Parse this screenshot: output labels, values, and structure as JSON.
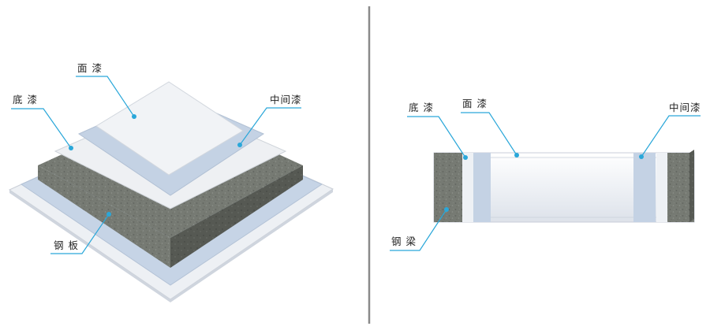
{
  "left_diagram": {
    "labels": {
      "top_coat": "面 漆",
      "primer": "底 漆",
      "intermediate_coat": "中间漆",
      "steel_plate": "钢 板"
    }
  },
  "right_diagram": {
    "labels": {
      "primer": "底 漆",
      "top_coat": "面 漆",
      "intermediate_coat": "中间漆",
      "steel_beam": "钢 梁"
    }
  },
  "colors": {
    "leader_line": "#2aa7d9",
    "top_coat": "#eef0f3",
    "intermediate_coat": "#c5d3e4",
    "concrete": "#757872",
    "concrete_dark": "#4f524c",
    "steel": "#e8ecf1",
    "divider": "#8a8a8a"
  }
}
